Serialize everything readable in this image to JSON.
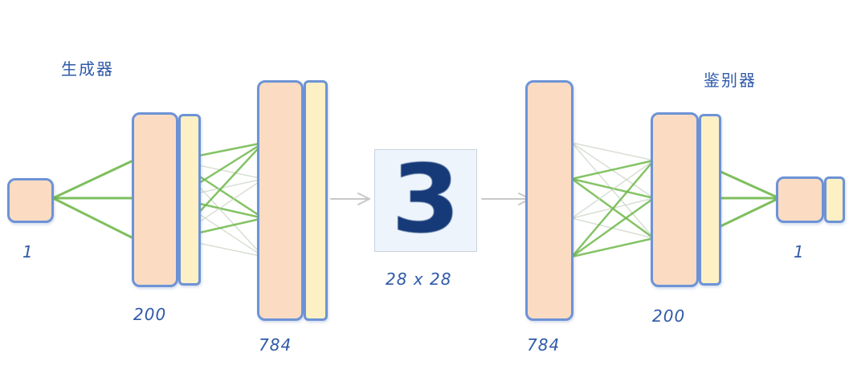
{
  "generator": {
    "title": "生成器",
    "input_size": "1",
    "hidden_size": "200",
    "output_size": "784"
  },
  "image": {
    "digit": "3",
    "size_label": "28 x 28"
  },
  "discriminator": {
    "title": "鉴别器",
    "input_size": "784",
    "hidden_size": "200",
    "output_size": "1"
  },
  "colors": {
    "node_fill": "#fbdcc3",
    "activation_fill": "#fdf0c4",
    "node_border": "#6d93d6",
    "connection": "#6fb84a",
    "connection_faint": "#c8d2c0",
    "arrow": "#c8c8c8",
    "label": "#2f5aa8"
  }
}
